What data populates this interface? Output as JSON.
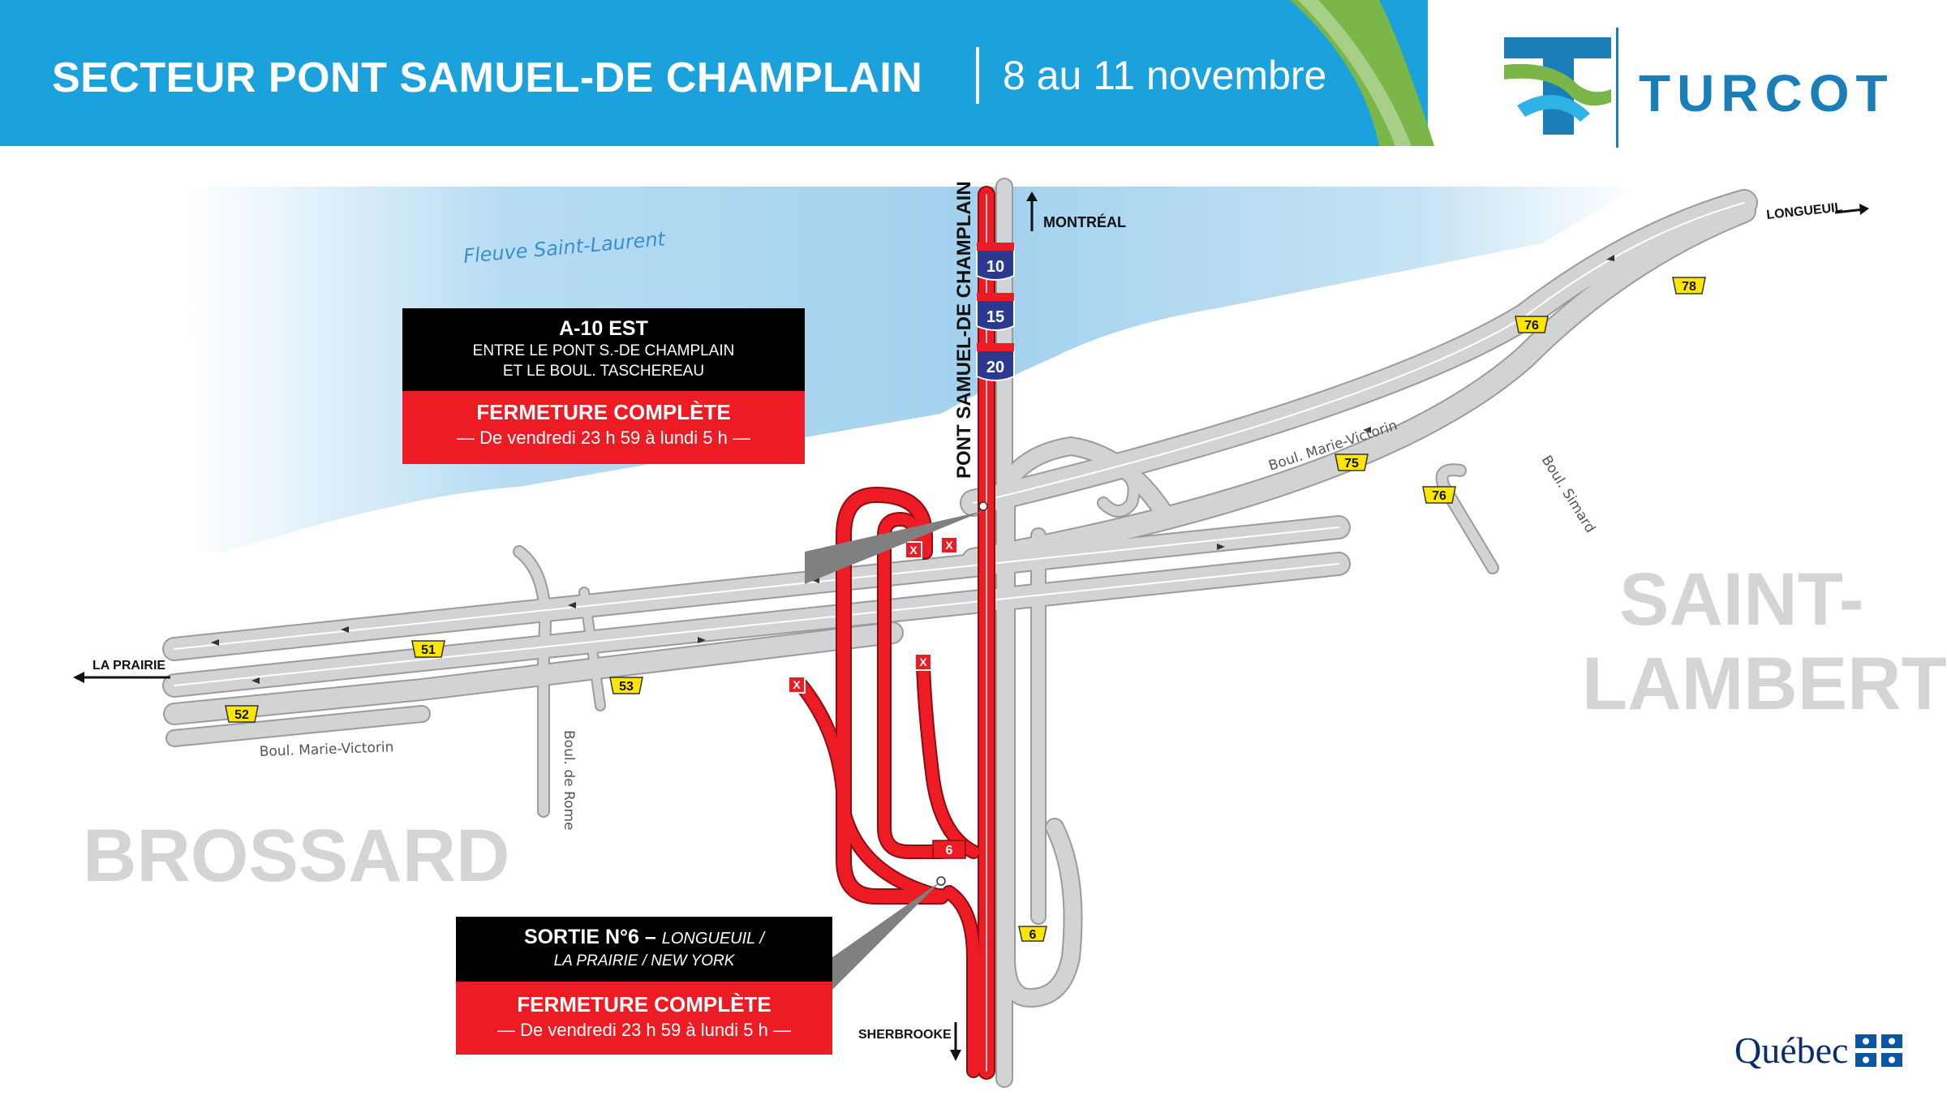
{
  "header": {
    "title": "SECTEUR PONT SAMUEL-DE CHAMPLAIN",
    "date": "8 au 11 novembre",
    "brand": "TURCOT"
  },
  "colors": {
    "banner_blue": "#1ba2dc",
    "banner_green": "#7ab648",
    "closure_red": "#ed1c24",
    "road_gray": "#cfd0d1",
    "water_blue": "#a8d4ee",
    "exit_yellow": "#ffe600",
    "brand_blue": "#1a7fb8"
  },
  "map": {
    "water_label": "Fleuve Saint-Laurent",
    "bridge_label": "PONT SAMUEL-DE CHAMPLAIN",
    "directions": {
      "montreal": "MONTRÉAL",
      "longueuil": "LONGUEUIL",
      "la_prairie": "LA PRAIRIE",
      "sherbrooke": "SHERBROOKE"
    },
    "highway_shields": [
      "10",
      "15",
      "20"
    ],
    "street_labels": {
      "marie_victorin_east": "Boul. Marie-Victorin",
      "marie_victorin_west": "Boul. Marie-Victorin",
      "simard": "Boul. Simard",
      "rome": "Boul. de Rome"
    },
    "municipalities": {
      "saint_lambert_1": "SAINT-",
      "saint_lambert_2": "LAMBERT",
      "brossard": "BROSSARD"
    },
    "exit_numbers": [
      "78",
      "76",
      "75",
      "76",
      "51",
      "53",
      "52",
      "6",
      "6"
    ],
    "closure_marker": "X"
  },
  "callouts": {
    "a10": {
      "title": "A-10 EST",
      "line1": "ENTRE LE PONT S.-DE CHAMPLAIN",
      "line2": "ET LE BOUL. TASCHEREAU",
      "status": "FERMETURE COMPLÈTE",
      "schedule": "— De vendredi 23 h 59 à lundi 5 h —"
    },
    "exit6": {
      "title": "SORTIE N°6 – ",
      "title_italic": "LONGUEUIL /",
      "line1": "LA PRAIRIE / NEW YORK",
      "status": "FERMETURE COMPLÈTE",
      "schedule": "— De vendredi 23 h 59 à lundi 5 h —"
    }
  },
  "footer": {
    "government": "Québec"
  }
}
